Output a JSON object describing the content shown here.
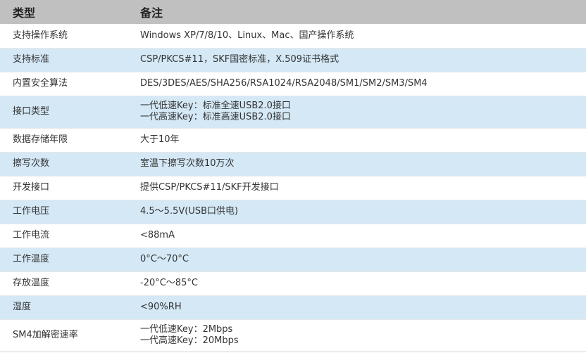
{
  "table": {
    "headers": [
      "类型",
      "备注"
    ],
    "rows": [
      {
        "name": "支持操作系统",
        "value": [
          "Windows XP/7/8/10、Linux、Mac、国产操作系统"
        ]
      },
      {
        "name": "支持标准",
        "value": [
          "CSP/PKCS#11，SKF国密标准，X.509证书格式"
        ]
      },
      {
        "name": "内置安全算法",
        "value": [
          "DES/3DES/AES/SHA256/RSA1024/RSA2048/SM1/SM2/SM3/SM4"
        ]
      },
      {
        "name": "接口类型",
        "value": [
          "一代低速Key：标准全速USB2.0接口",
          "一代高速Key：标准高速USB2.0接口"
        ]
      },
      {
        "name": "数据存储年限",
        "value": [
          "大于10年"
        ]
      },
      {
        "name": "擦写次数",
        "value": [
          "室温下擦写次数10万次"
        ]
      },
      {
        "name": "开发接口",
        "value": [
          "提供CSP/PKCS#11/SKF开发接口"
        ]
      },
      {
        "name": "工作电压",
        "value": [
          "4.5～5.5V(USB口供电)"
        ]
      },
      {
        "name": "工作电流",
        "value": [
          "<88mA"
        ]
      },
      {
        "name": "工作温度",
        "value": [
          "0°C～70°C"
        ]
      },
      {
        "name": "存放温度",
        "value": [
          "-20°C～85°C"
        ]
      },
      {
        "name": "湿度",
        "value": [
          "<90%RH"
        ]
      },
      {
        "name": "SM4加解密速率",
        "value": [
          "一代低速Key：2Mbps",
          "一代高速Key：20Mbps"
        ]
      }
    ]
  },
  "colors": {
    "header_bg": "#c0c0c0",
    "alt_row_bg": "#d4e8f6",
    "text": "#333333"
  }
}
